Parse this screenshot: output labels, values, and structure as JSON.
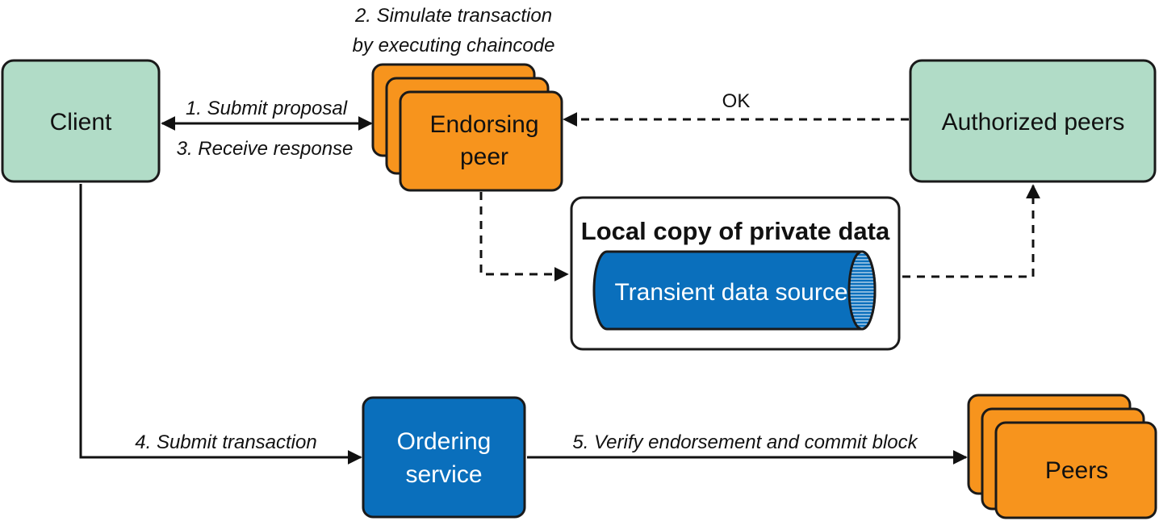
{
  "nodes": {
    "client": "Client",
    "endorsing_peer": [
      "Endorsing",
      "peer"
    ],
    "authorized_peers": "Authorized peers",
    "private_data": {
      "title": "Local copy of private data",
      "store": "Transient data source"
    },
    "ordering_service": [
      "Ordering",
      "service"
    ],
    "peers": "Peers"
  },
  "edges": {
    "submit_proposal": "1. Submit proposal",
    "receive_response": "3. Receive response",
    "simulate": [
      "2. Simulate transaction",
      "by executing chaincode"
    ],
    "ok": "OK",
    "submit_transaction": "4. Submit transaction",
    "verify_commit": "5. Verify endorsement and commit block"
  },
  "colors": {
    "green": "#b1dcc7",
    "orange": "#f7941d",
    "blue": "#0a6fbc"
  }
}
